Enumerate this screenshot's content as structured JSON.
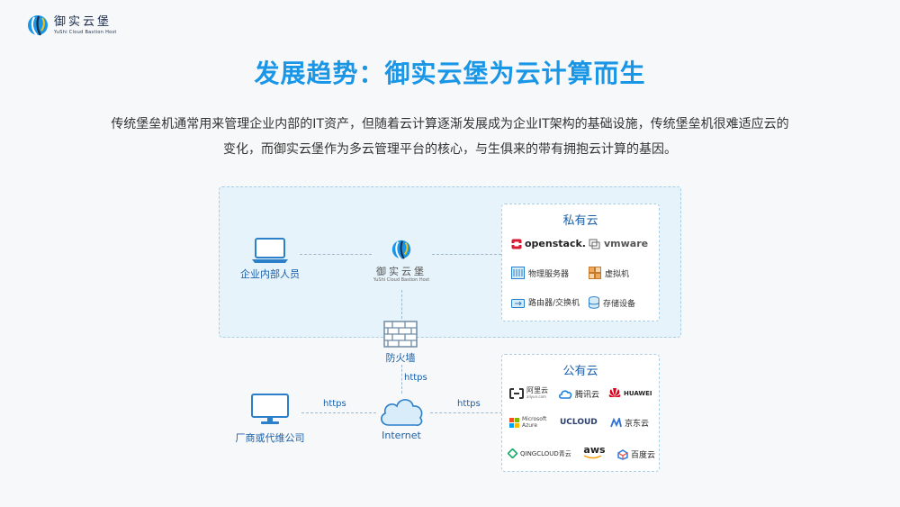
{
  "logo": {
    "name_cn": "御实云堡",
    "name_en": "YuShi Cloud Bastion Host"
  },
  "title": "发展趋势：御实云堡为云计算而生",
  "description_line1": "传统堡垒机通常用来管理企业内部的IT资产，但随着云计算逐渐发展成为企业IT架构的基础设施，传统堡垒机很难适应云的",
  "description_line2": "变化，而御实云堡作为多云管理平台的核心，与生俱来的带有拥抱云计算的基因。",
  "diagram": {
    "internal_users_label": "企业内部人员",
    "center_logo": {
      "name_cn": "御实云堡",
      "name_en": "YuShi Cloud Bastion Host"
    },
    "firewall_label": "防火墙",
    "internet_label": "Internet",
    "vendor_label": "厂商或代维公司",
    "proto_firewall_internet": "https",
    "proto_vendor_internet": "https",
    "proto_internet_public": "https",
    "private_cloud": {
      "title": "私有云",
      "openstack": "openstack.",
      "vmware": "vmware",
      "physical_server": "物理服务器",
      "vm": "虚拟机",
      "router_switch": "路由器/交换机",
      "storage": "存储设备"
    },
    "public_cloud": {
      "title": "公有云",
      "aliyun": "阿里云",
      "aliyun_sub": "aliyun.com",
      "tencent": "腾讯云",
      "huawei": "HUAWEI",
      "azure_line1": "Microsoft",
      "azure_line2": "Azure",
      "ucloud": "UCLOUD",
      "jd": "京东云",
      "qingcloud": "QINGCLOUD青云",
      "aws": "aws",
      "baidu": "百度云"
    }
  },
  "colors": {
    "accent": "#1a96e6",
    "label_blue": "#1a5fa8",
    "panel_border": "#a9cfe8",
    "zone_fill": "#e7f3fb"
  }
}
